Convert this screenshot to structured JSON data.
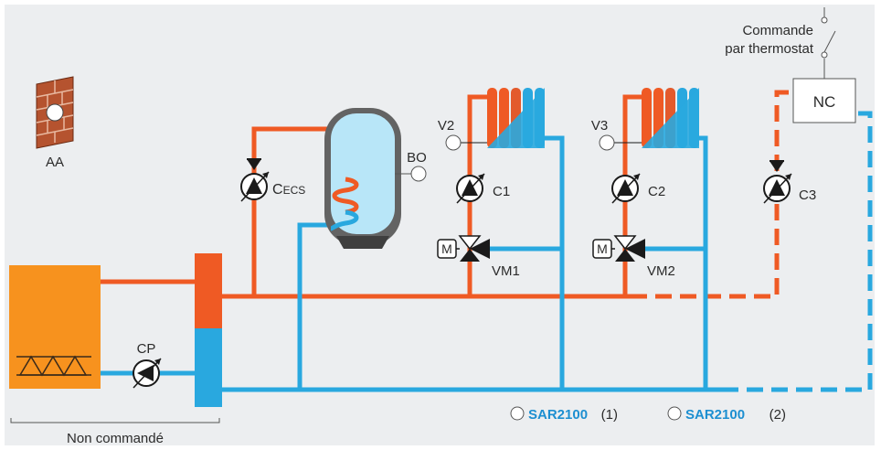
{
  "colors": {
    "background": "#eceef0",
    "hot": "#ef5a24",
    "cold": "#29a8df",
    "boiler": "#f7921e",
    "sar": "#1d8fd1",
    "brick": "#b5532f"
  },
  "labels": {
    "aa": "AA",
    "bo": "BO",
    "cp": "CP",
    "cecs_big": "C",
    "cecs_small": "ECS",
    "c1": "C1",
    "c2": "C2",
    "c3": "C3",
    "v2": "V2",
    "v3": "V3",
    "vm1": "VM1",
    "vm2": "VM2",
    "m1": "M",
    "m2": "M",
    "nc": "NC",
    "commande_line1": "Commande",
    "commande_line2": "par thermostat",
    "non_commande": "Non commandé"
  },
  "legend": [
    {
      "name": "SAR2100",
      "suffix": "(1)"
    },
    {
      "name": "SAR2100",
      "suffix": "(2)"
    }
  ],
  "icons": [
    "brick-wall-icon",
    "sensor-circle-icon",
    "pump-icon",
    "valve-icon",
    "radiator-icon",
    "switch-icon"
  ]
}
